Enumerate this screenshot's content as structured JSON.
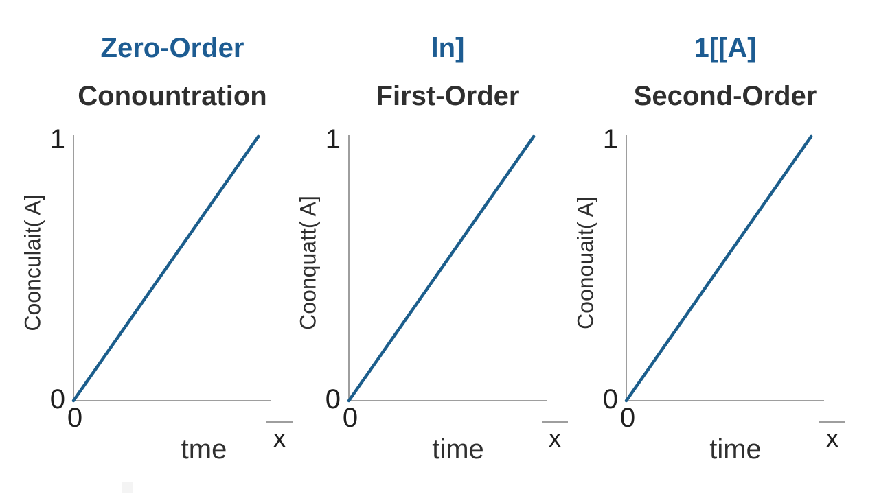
{
  "figure": {
    "background": "#ffffff",
    "colors": {
      "title_blue": "#1d5c92",
      "line_blue": "#1c5e8c",
      "text_dark": "#2f2f2f",
      "tick_dark": "#1f1f1f",
      "axis_gray": "#9e9e9e"
    }
  },
  "panels": [
    {
      "formula_title": "Zero-Order",
      "order_title": "Conountration",
      "y_axis_label": "Coonculait( A]",
      "x_axis_label": "tme",
      "y_tick_max": "1",
      "y_tick_zero": "0",
      "x_tick_zero": "0",
      "x_end_label": "x"
    },
    {
      "formula_title": "ln]",
      "order_title": "First-Order",
      "y_axis_label": "Coonquatt( A]",
      "x_axis_label": "time",
      "y_tick_max": "1",
      "y_tick_zero": "0",
      "x_tick_zero": "0",
      "x_end_label": "x"
    },
    {
      "formula_title": "1[[A]",
      "order_title": "Second-Order",
      "y_axis_label": "Coonouait( A]",
      "x_axis_label": "time",
      "y_tick_max": "1",
      "y_tick_zero": "0",
      "x_tick_zero": "0",
      "x_end_label": "x"
    }
  ],
  "chart_data": [
    {
      "type": "line",
      "title": "Zero-Order",
      "subtitle": "Conountration",
      "x": [
        0,
        1
      ],
      "y": [
        0,
        1
      ],
      "x_shown_max": 1.07,
      "y_shown_max": 1.005,
      "xlabel": "tme",
      "ylabel": "Coonculait( A]",
      "x_ticks": [
        {
          "value": 0,
          "label": "0"
        }
      ],
      "y_ticks": [
        {
          "value": 0,
          "label": "0"
        },
        {
          "value": 1,
          "label": "1"
        }
      ],
      "x_end_annotation": "x̄",
      "line_color": "#1c5e8c",
      "grid": false,
      "legend": null
    },
    {
      "type": "line",
      "title": "ln]",
      "subtitle": "First-Order",
      "x": [
        0,
        1
      ],
      "y": [
        0,
        1
      ],
      "x_shown_max": 1.07,
      "y_shown_max": 1.005,
      "xlabel": "time",
      "ylabel": "Coonquatt( A]",
      "x_ticks": [
        {
          "value": 0,
          "label": "0"
        }
      ],
      "y_ticks": [
        {
          "value": 0,
          "label": "0"
        },
        {
          "value": 1,
          "label": "1"
        }
      ],
      "x_end_annotation": "x̄",
      "line_color": "#1c5e8c",
      "grid": false,
      "legend": null
    },
    {
      "type": "line",
      "title": "1[[A]",
      "subtitle": "Second-Order",
      "x": [
        0,
        1
      ],
      "y": [
        0,
        1
      ],
      "x_shown_max": 1.07,
      "y_shown_max": 1.005,
      "xlabel": "time",
      "ylabel": "Coonouait( A]",
      "x_ticks": [
        {
          "value": 0,
          "label": "0"
        }
      ],
      "y_ticks": [
        {
          "value": 0,
          "label": "0"
        },
        {
          "value": 1,
          "label": "1"
        }
      ],
      "x_end_annotation": "x̄",
      "line_color": "#1c5e8c",
      "grid": false,
      "legend": null
    }
  ]
}
